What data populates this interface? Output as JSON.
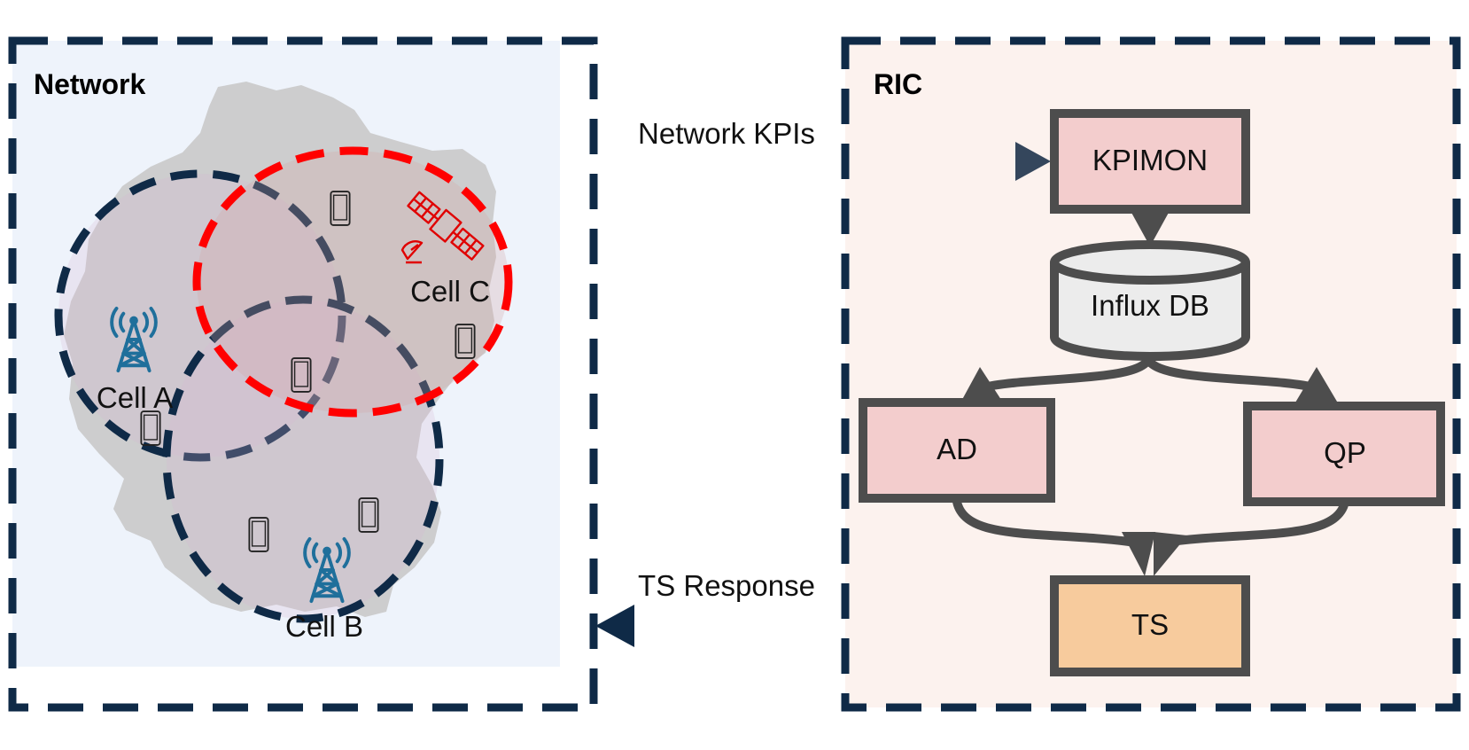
{
  "network_panel": {
    "title": "Network",
    "cells": [
      {
        "label": "Cell A",
        "kind": "tower"
      },
      {
        "label": "Cell B",
        "kind": "tower"
      },
      {
        "label": "Cell C",
        "kind": "satellite"
      }
    ]
  },
  "ric_panel": {
    "title": "RIC",
    "blocks": {
      "kpimon": "KPIMON",
      "influx": "Influx DB",
      "ad": "AD",
      "qp": "QP",
      "ts": "TS"
    }
  },
  "links": {
    "network_kpis": "Network KPIs",
    "ts_response": "TS Response"
  },
  "colors": {
    "navy": "#0f2a47",
    "red_dash": "#ff0000",
    "block_pink": "#f3cdcd",
    "block_orange": "#f7cb9d",
    "db_fill": "#ececec",
    "block_border": "#4d4d4d",
    "network_bg": "#eef3fb",
    "ric_bg": "#fcf2ee",
    "tower_blue": "#1f6f9b",
    "map_gray": "#c9c9c9"
  },
  "icons": [
    "cell-tower-icon",
    "satellite-icon",
    "phone-icon"
  ]
}
